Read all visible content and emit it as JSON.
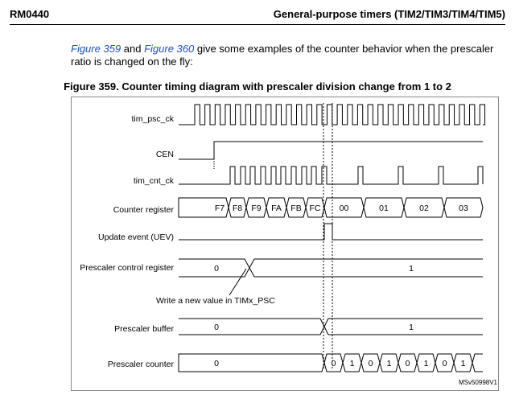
{
  "header": {
    "doc_id": "RM0440",
    "section_title": "General-purpose timers (TIM2/TIM3/TIM4/TIM5)"
  },
  "intro": {
    "ref1": "Figure 359",
    "and": " and ",
    "ref2": "Figure 360",
    "rest": " give some examples of the counter behavior when the prescaler ratio is changed on the fly:"
  },
  "figure": {
    "title": "Figure 359. Counter timing diagram with prescaler division change from 1 to 2",
    "code": "MSv50998V1",
    "annotation": "Write a new value in TIMx_PSC",
    "signals": {
      "tim_psc_ck": "tim_psc_ck",
      "cen": "CEN",
      "tim_cnt_ck": "tim_cnt_ck",
      "counter_register": "Counter register",
      "update_event": "Update event (UEV)",
      "prescaler_control": "Prescaler control register",
      "prescaler_buffer": "Prescaler buffer",
      "prescaler_counter": "Prescaler counter"
    },
    "counter_values": [
      "F7",
      "F8",
      "F9",
      "FA",
      "FB",
      "FC",
      "00",
      "01",
      "02",
      "03"
    ],
    "prescaler_control_values": [
      "0",
      "1"
    ],
    "prescaler_buffer_values": [
      "0",
      "1"
    ],
    "prescaler_counter_values": [
      "0",
      "0",
      "1",
      "0",
      "1",
      "0",
      "1",
      "0",
      "1"
    ]
  }
}
